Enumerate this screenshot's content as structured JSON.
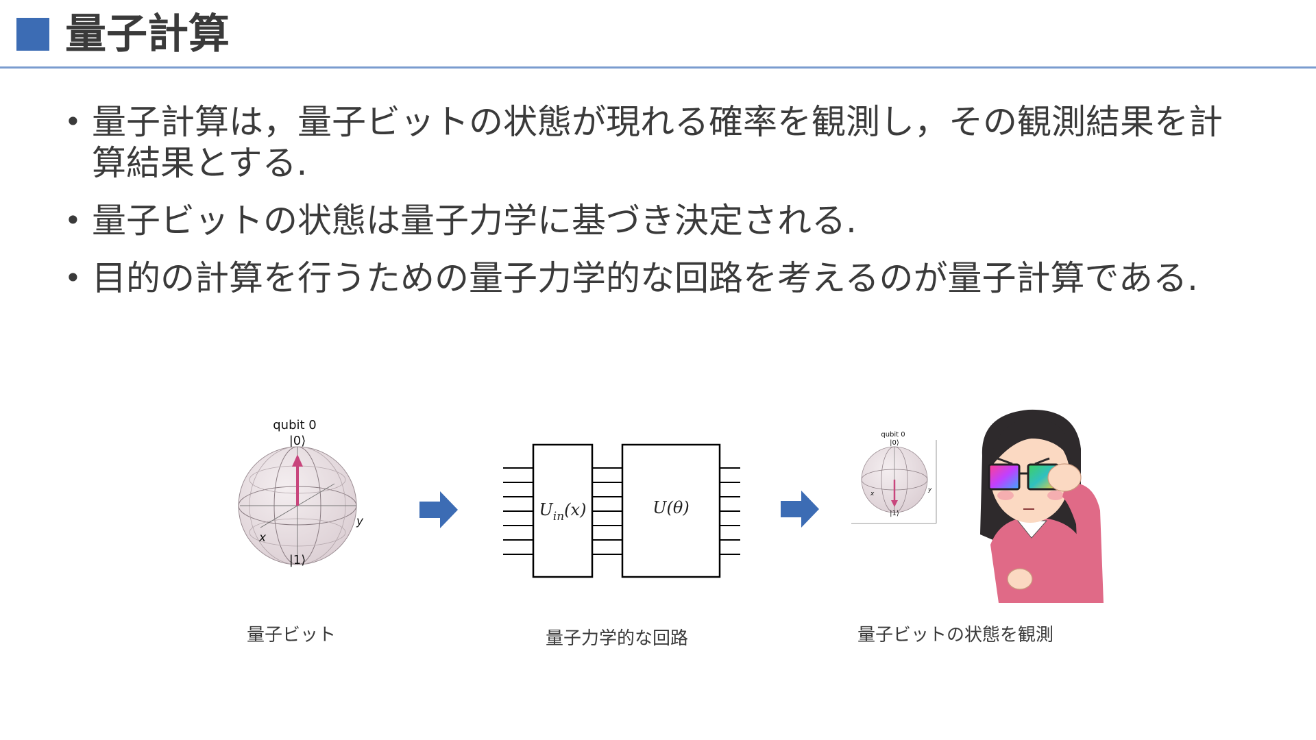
{
  "header": {
    "title": "量子計算"
  },
  "bullets": [
    {
      "text": "量子計算は，量子ビットの状態が現れる確率を観測し，その観測結果を計算結果とする."
    },
    {
      "text": "量子ビットの状態は量子力学に基づき決定される."
    },
    {
      "text": "目的の計算を行うための量子力学的な回路を考えるのが量子計算である."
    }
  ],
  "bloch_large": {
    "label": "qubit 0",
    "ket_top": "|0⟩",
    "ket_bottom": "|1⟩",
    "axis_x": "x",
    "axis_y": "y"
  },
  "circuit": {
    "gate_in": "U",
    "gate_in_sub": "in",
    "gate_in_arg": "(x)",
    "gate_u": "U(θ)"
  },
  "bloch_small": {
    "label": "qubit 0",
    "ket_top": "|0⟩",
    "ket_bottom": "|1⟩",
    "axis_x": "x",
    "axis_y": "y"
  },
  "captions": {
    "qubit": "量子ビット",
    "circuit": "量子力学的な回路",
    "observe": "量子ビットの状態を観測"
  },
  "colors": {
    "accent": "#3c6cb4",
    "rule": "#7a9ccf",
    "state_vector": "#c8457c",
    "sweater": "#e06a87"
  }
}
